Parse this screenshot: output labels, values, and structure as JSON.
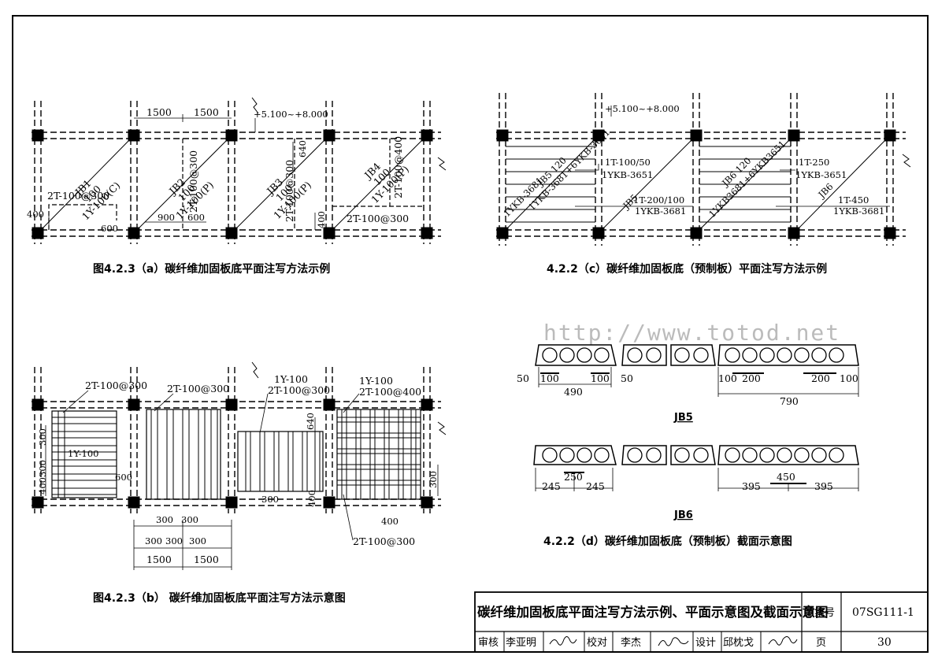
{
  "fig_a": {
    "caption": "图4.2.3（a）碳纤维加固板底平面注写方法示例",
    "elevation": "+5.100~+8.000",
    "top_dims": [
      "1500",
      "1500"
    ],
    "jb1": {
      "id": "JB1",
      "thk": "100",
      "spec": "1Y-100(C)",
      "strip": "2T-100@300",
      "dim_left": "400",
      "dim_bottom": "600"
    },
    "jb2": {
      "id": "JB2",
      "thk": "100",
      "spec": "1Y-100(P)",
      "strip": "2T-100@300",
      "dim_a": "900",
      "dim_b": "600"
    },
    "jb3": {
      "id": "JB3",
      "thk": "100",
      "spec": "1Y-100(P)",
      "strip": "2T-100@300",
      "dim_a": "640",
      "dim_b": "400"
    },
    "jb4": {
      "id": "JB4",
      "thk": "100",
      "spec": "1Y-100(P)",
      "strip_v": "2T-100@400",
      "strip_h": "2T-100@300"
    }
  },
  "fig_c": {
    "caption": "4.2.2（c）碳纤维加固板底（预制板）平面注写方法示例",
    "elevation": "+5.100~+8.000",
    "jb5_title": "JB5 120",
    "jb5_slabs": "1YKB-3681+6YKB-3651",
    "jb5": "JB5",
    "l1a": "1T-100/50",
    "l1b": "1YKB-3651",
    "l2a": "1T-200/100",
    "l2b": "1YKB-3681",
    "bottom_slab": "1YKB-3681",
    "jb6_title": "JB6 120",
    "jb6_slabs": "1YKB3681+6YKB3651",
    "jb6": "JB6",
    "l3a": "1T-250",
    "l3b": "1YKB-3651",
    "l4a": "1T-450",
    "l4b": "1YKB-3681"
  },
  "watermark": "http://www.totod.net",
  "fig_b": {
    "caption": "图4.2.3（b） 碳纤维加固板底平面注写方法示意图",
    "strip1": "2T-100@300",
    "strip2": "2T-100@300",
    "ply3": "1Y-100",
    "strip3": "2T-100@300",
    "ply4": "1Y-100",
    "strip4": "2T-100@400",
    "ply1": "1Y-100",
    "dim_300a": "300",
    "dim_300b": "300",
    "dim_600": "600",
    "dim_400": "400",
    "dim_640": "640",
    "dim_300c": "300",
    "dim_400b": "400",
    "dim_300r": "300",
    "dim_400c": "400",
    "strip_bottom": "2T-100@300",
    "bot_row1": [
      "300",
      "300"
    ],
    "bot_row2": [
      "300",
      "300",
      "300"
    ],
    "bot_row3": [
      "1500",
      "1500"
    ]
  },
  "fig_d": {
    "caption": "4.2.2（d）碳纤维加固板底（预制板）截面示意图",
    "jb5_label": "JB5",
    "jb6_label": "JB6",
    "jb5_dims": {
      "d50l": "50",
      "d100a": "100",
      "d100b": "100",
      "d50r": "50",
      "d490": "490",
      "d100c": "100",
      "d200a": "200",
      "d200b": "200",
      "d100d": "100",
      "d790": "790"
    },
    "jb6_dims": {
      "d250": "250",
      "d245a": "245",
      "d245b": "245",
      "d450": "450",
      "d395a": "395",
      "d395b": "395"
    }
  },
  "title_block": {
    "title": "碳纤维加固板底平面注写方法示例、平面示意图及截面示意图",
    "atlas_label": "图集号",
    "atlas_no": "07SG111-1",
    "review_label": "审核",
    "reviewer": "李亚明",
    "check_label": "校对",
    "checker": "李杰",
    "design_label": "设计",
    "designer": "邱枕戈",
    "page_label": "页",
    "page_no": "30"
  }
}
